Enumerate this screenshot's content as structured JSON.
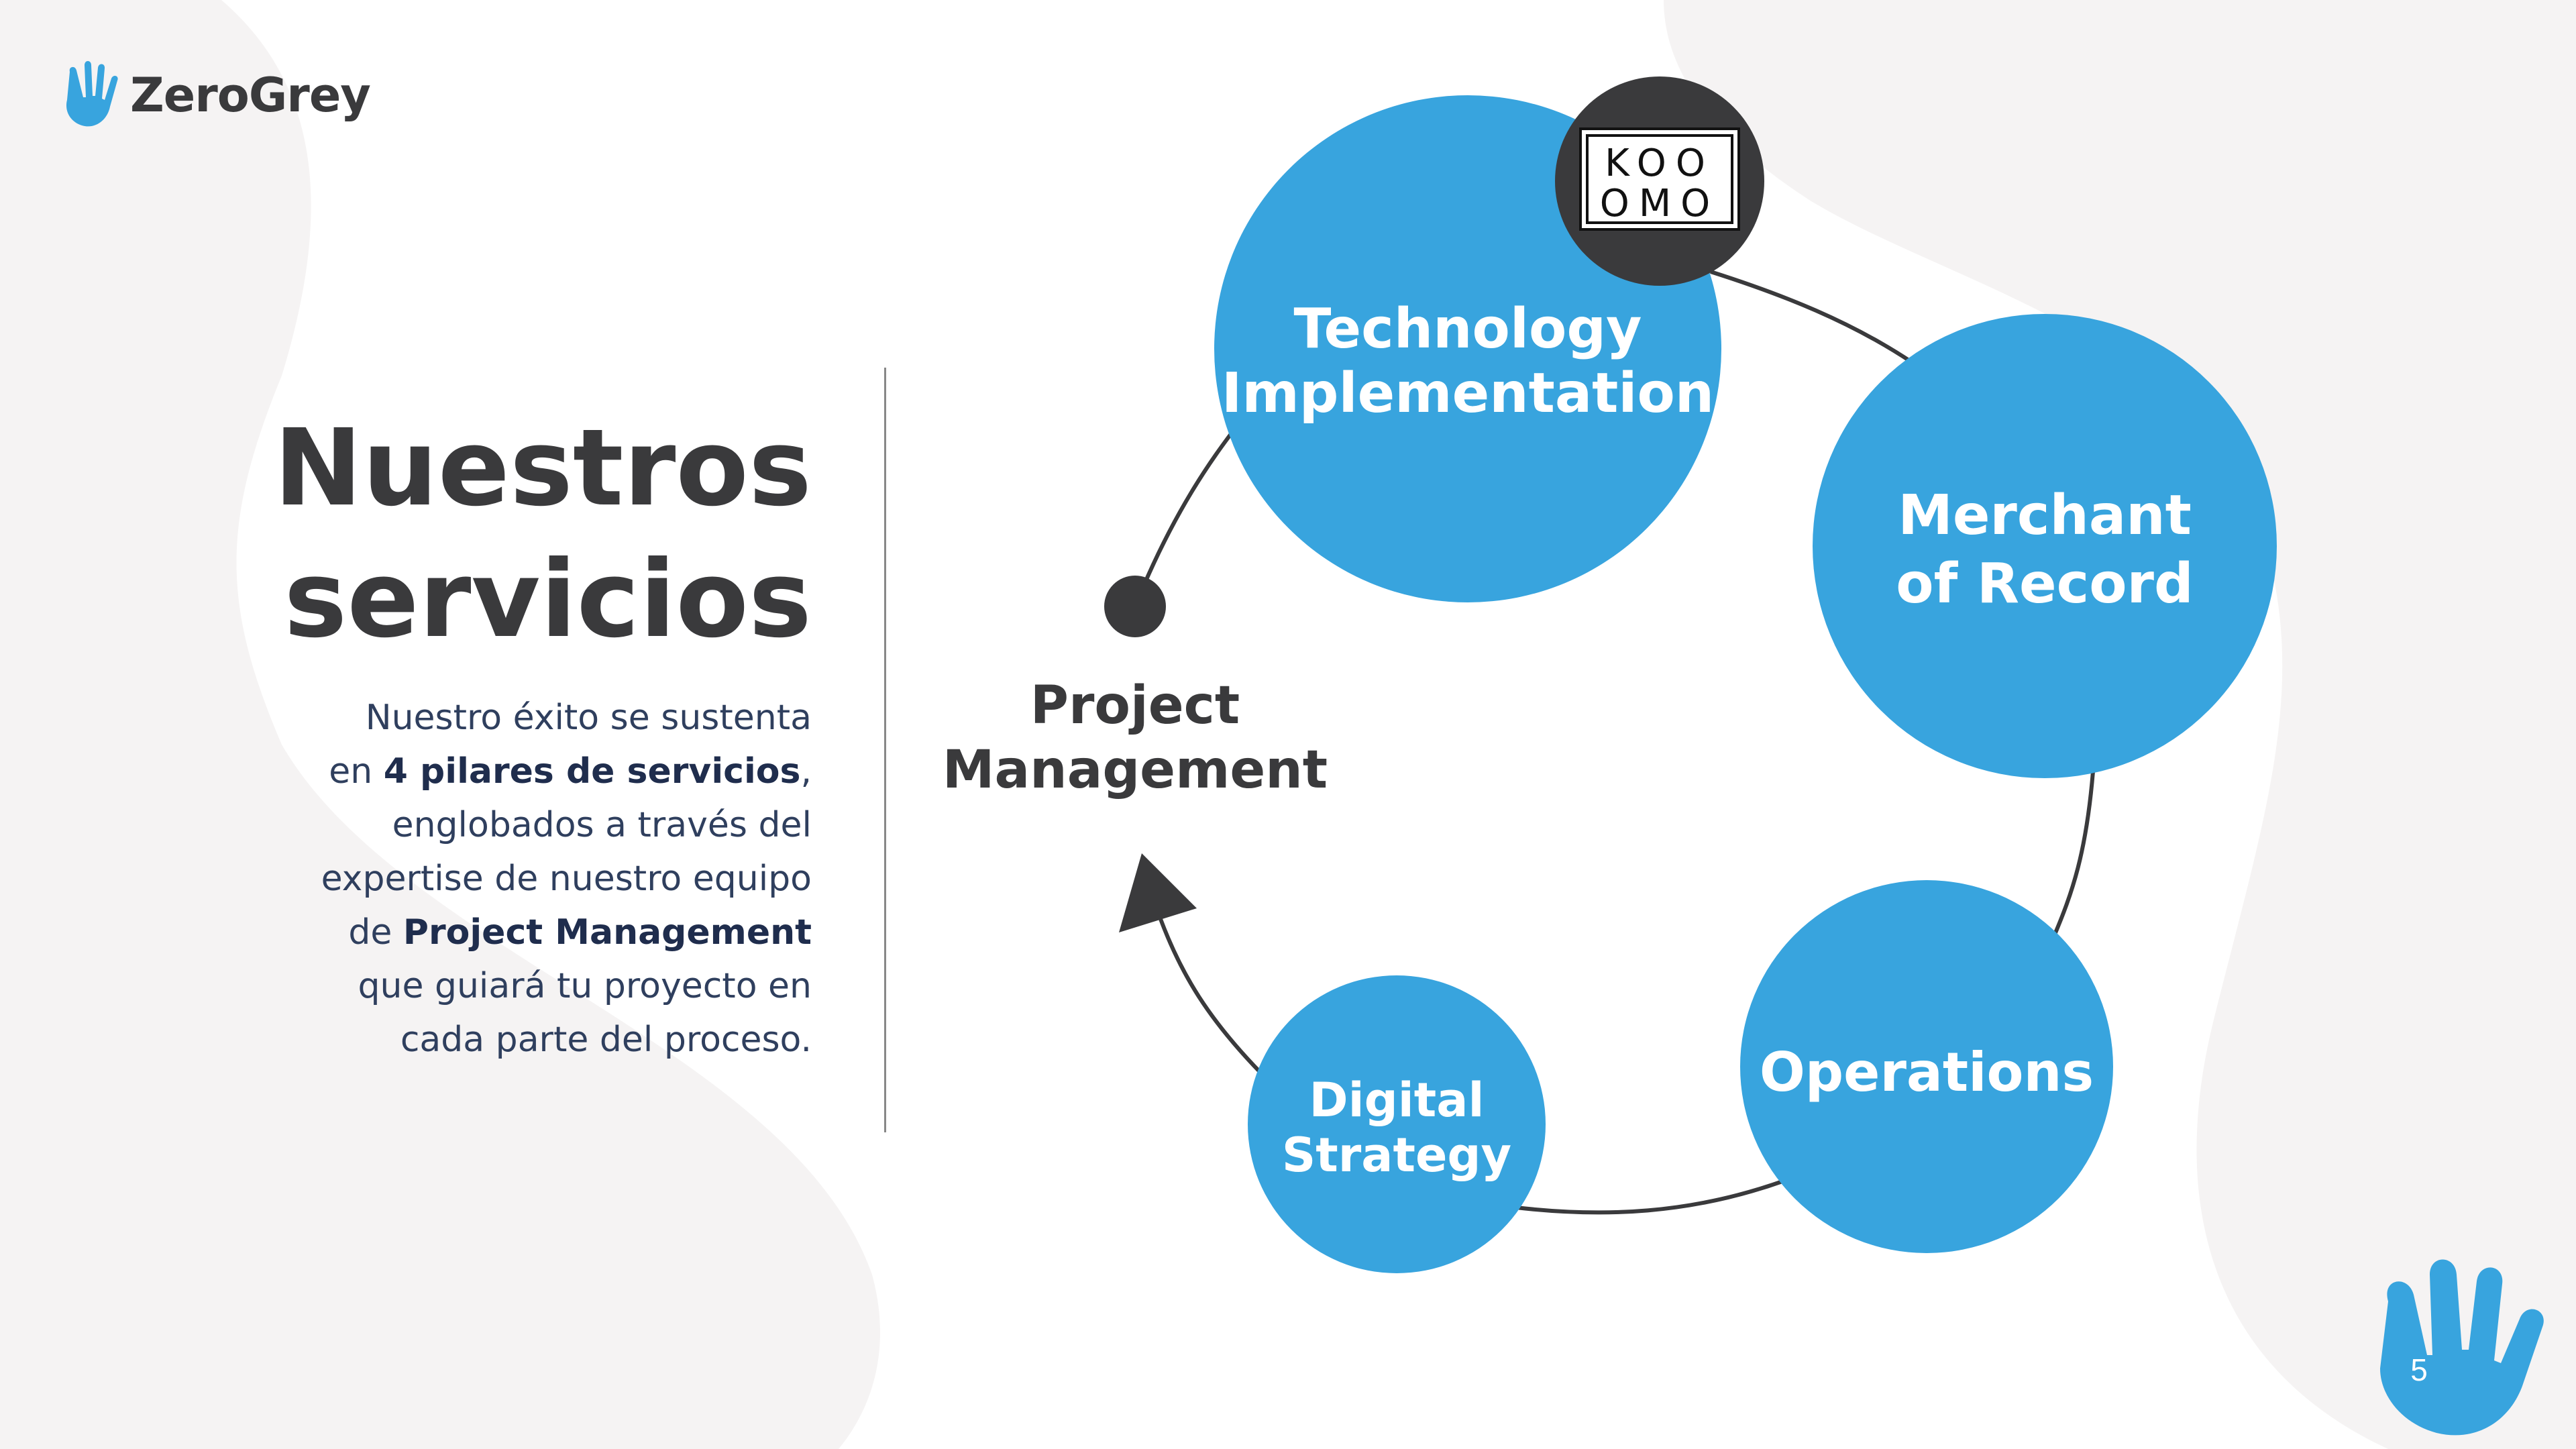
{
  "brand": {
    "name": "ZeroGrey",
    "color": "#38a4de",
    "dark": "#3a3a3c"
  },
  "title": {
    "line1": "Nuestros",
    "line2": "servicios"
  },
  "description": {
    "l1": "Nuestro éxito se sustenta",
    "l2a": "en ",
    "l2b": "4 pilares de servicios",
    "l2c": ",",
    "l3": "englobados a través del",
    "l4": "expertise de nuestro equipo",
    "l5a": "de ",
    "l5b": "Project Management",
    "l6": "que guiará tu proyecto en",
    "l7": "cada parte del proceso."
  },
  "diagram": {
    "center": {
      "line1": "Project",
      "line2": "Management"
    },
    "pillars": [
      {
        "line1": "Technology",
        "line2": "Implementation"
      },
      {
        "line1": "Merchant",
        "line2": "of Record"
      },
      {
        "line1": "Operations"
      },
      {
        "line1": "Digital",
        "line2": "Strategy"
      }
    ],
    "partner_logo": {
      "row1": "KOO",
      "row2": "OMO"
    }
  },
  "page_number": "5"
}
